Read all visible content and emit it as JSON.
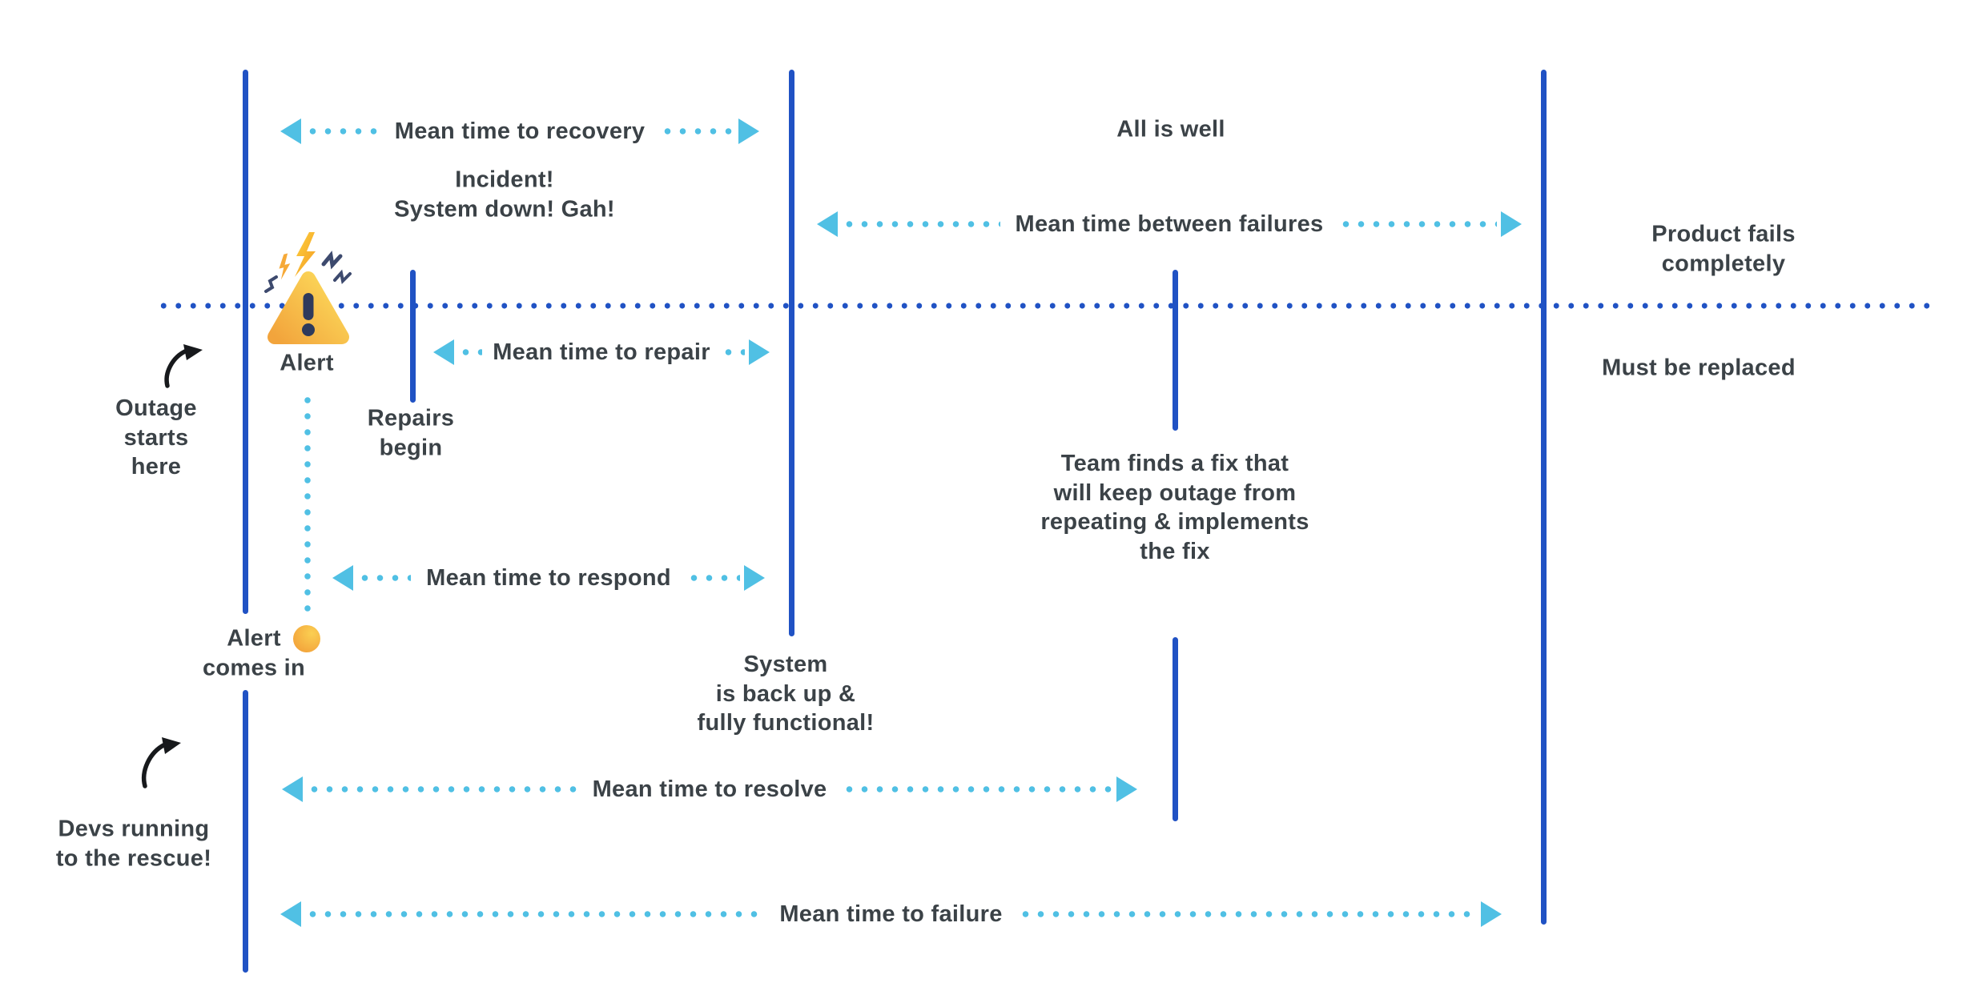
{
  "diagram_title": "Incident response time metrics timeline",
  "palette": {
    "line_blue": "#2052C4",
    "accent_light_blue": "#50C0E4",
    "text_dark": "#3B4247",
    "arrow_black": "#17191C",
    "alert_yellow": "#FCD95A",
    "alert_orange": "#F2A43C",
    "alert_navy": "#2E3A5C"
  },
  "metrics": {
    "recovery": {
      "label": "Mean time to recovery"
    },
    "between_failures": {
      "label": "Mean time between failures"
    },
    "repair": {
      "label": "Mean time to repair"
    },
    "respond": {
      "label": "Mean time to respond"
    },
    "resolve": {
      "label": "Mean time to resolve"
    },
    "failure": {
      "label": "Mean time to failure"
    }
  },
  "annotations": {
    "incident": "Incident!\nSystem down! Gah!",
    "all_is_well": "All is well",
    "product_fails": "Product fails completely",
    "must_be_replaced": "Must be replaced",
    "alert": "Alert",
    "repairs_begin": "Repairs\nbegin",
    "outage_starts": "Outage\nstarts\nhere",
    "team_fix": "Team finds a fix that\nwill keep outage from\nrepeating & implements\nthe fix",
    "alert_comes_in": "Alert\ncomes in",
    "system_back": "System\nis back up &\nfully functional!",
    "devs_running": "Devs running\nto the rescue!"
  },
  "icons": {
    "warning": "alert-warning-triangle-icon",
    "alert_dot": "alert-received-dot-icon",
    "curved_arrows": "hand-drawn-arrow-icon"
  }
}
